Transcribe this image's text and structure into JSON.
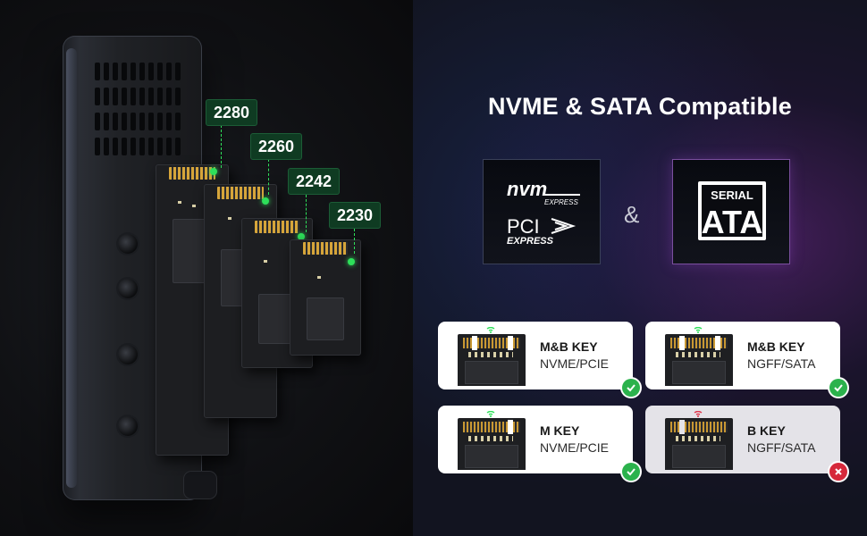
{
  "headline": "NVME & SATA Compatible",
  "ampersand": "&",
  "ssd_sizes": [
    "2280",
    "2260",
    "2242",
    "2230"
  ],
  "logos": {
    "nvm": {
      "name": "nvm",
      "sub": "EXPRESS"
    },
    "pci": {
      "name": "PCI",
      "sub": "EXPRESS"
    },
    "sata": {
      "top": "SERIAL",
      "main": "ATA"
    }
  },
  "key_cards": [
    {
      "title": "M&B KEY",
      "subtitle": "NVME/PCIE",
      "compatible": true
    },
    {
      "title": "M&B KEY",
      "subtitle": "NGFF/SATA",
      "compatible": true
    },
    {
      "title": "M KEY",
      "subtitle": "NVME/PCIE",
      "compatible": true
    },
    {
      "title": "B KEY",
      "subtitle": "NGFF/SATA",
      "compatible": false
    }
  ],
  "colors": {
    "badge_green": "#0f3b22",
    "led_green": "#2ee05a",
    "check_green": "#2bb24c",
    "cross_red": "#d6283a",
    "sata_purple": "#7a4f9e"
  },
  "icons": {
    "compatible": "check-circle-icon",
    "incompatible": "cross-circle-icon"
  }
}
